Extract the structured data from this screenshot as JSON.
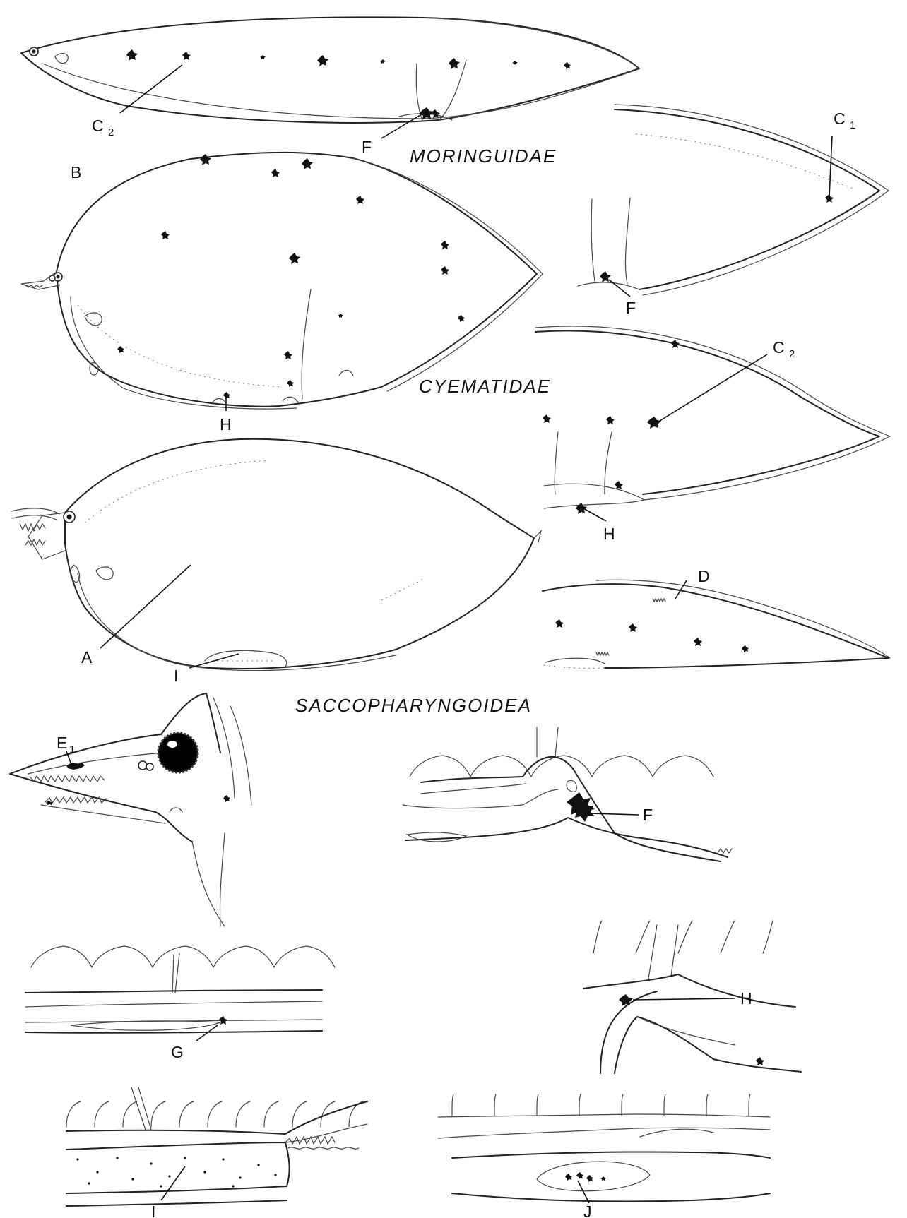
{
  "families": {
    "moringuidae": "MORINGUIDAE",
    "cyematidae": "CYEMATIDAE",
    "saccopharyngoidea": "SACCOPHARYNGOIDEA"
  },
  "labels": {
    "a": "A",
    "b": "B",
    "c": "C",
    "c_sub_1": "1",
    "c_sub_2": "2",
    "d": "D",
    "e": "E",
    "e_sub_1": "1",
    "f": "F",
    "g": "G",
    "h": "H",
    "i": "I",
    "j": "J"
  }
}
